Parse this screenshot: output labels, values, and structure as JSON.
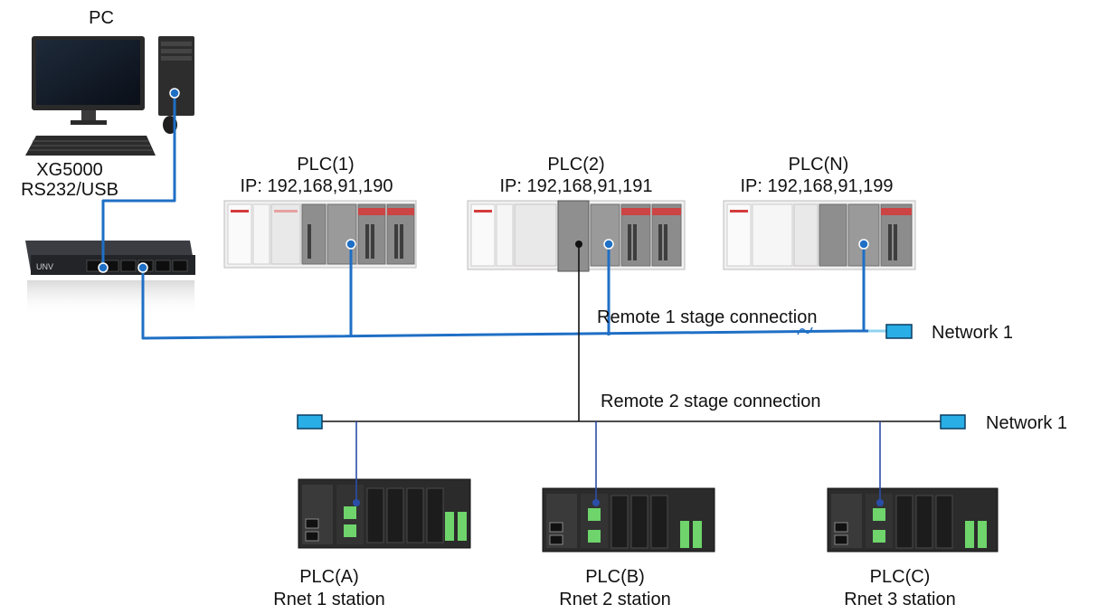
{
  "pc": {
    "label": "PC",
    "software": "XG5000",
    "link": "RS232/USB"
  },
  "switch": {
    "brand": "UNV"
  },
  "plcs": [
    {
      "name": "PLC(1)",
      "ip": "IP: 192,168,91,190"
    },
    {
      "name": "PLC(2)",
      "ip": "IP: 192,168,91,191"
    },
    {
      "name": "PLC(N)",
      "ip": "IP: 192,168,91,199"
    }
  ],
  "stages": {
    "stage1": "Remote 1 stage connection",
    "stage2": "Remote 2 stage connection"
  },
  "networks": {
    "net1_top": "Network 1",
    "net1_bottom": "Network 1"
  },
  "remotes": [
    {
      "name": "PLC(A)",
      "station": "Rnet 1 station"
    },
    {
      "name": "PLC(B)",
      "station": "Rnet 2  station"
    },
    {
      "name": "PLC(C)",
      "station": "Rnet 3  station"
    }
  ],
  "colors": {
    "ethernet_line": "#1f6fc5",
    "rnet_line": "#111111",
    "terminator": "#29aee6"
  }
}
